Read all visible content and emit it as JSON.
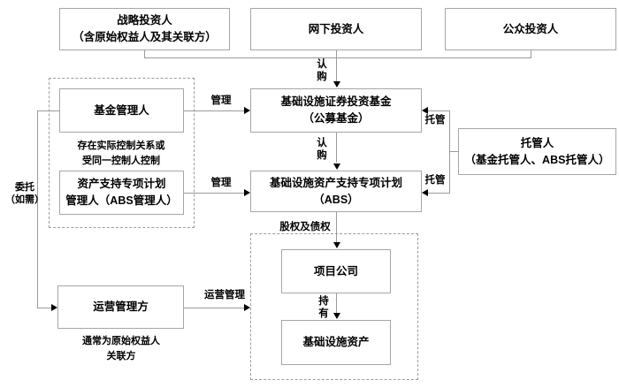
{
  "nodes": {
    "strategic": {
      "label": "战略投资人\n（含原始权益人及其关联方）"
    },
    "offline": {
      "label": "网下投资人"
    },
    "public": {
      "label": "公众投资人"
    },
    "fund": {
      "label": "基础设施证券投资基金\n（公募基金）"
    },
    "abs": {
      "label": "基础设施资产支持专项计划\n（ABS）"
    },
    "fund_manager": {
      "label": "基金管理人"
    },
    "abs_manager": {
      "label": "资产支持专项计划\n管理人（ABS管理人）"
    },
    "custodian": {
      "label": "托管人\n（基金托管人、ABS托管人）"
    },
    "operator": {
      "label": "运营管理方"
    },
    "project_company": {
      "label": "项目公司"
    },
    "infra_asset": {
      "label": "基础设施资产"
    }
  },
  "edge_labels": {
    "subscribe_top": "认\n购",
    "subscribe_mid": "认\n购",
    "manage_fund": "管理",
    "manage_abs": "管理",
    "custody_fund": "托管",
    "custody_abs": "托管",
    "entrust": "委托\n（如需）",
    "operate": "运营管理",
    "equity_debt": "股权及债权",
    "hold": "持\n有"
  },
  "notes": {
    "control_relation": "存在实际控制关系或\n受同一控制人控制",
    "operator_note": "通常为原始权益人\n关联方"
  },
  "colors": {
    "background": "#ffffff",
    "box_border": "#a6a6a6",
    "dashed_border": "#9c9c9c",
    "line": "#9a9a9a",
    "arrowhead": "#000000",
    "text": "#000000"
  }
}
